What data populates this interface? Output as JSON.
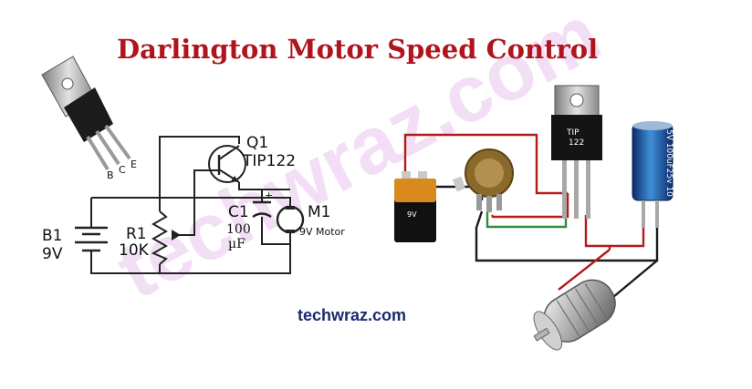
{
  "title": "Darlington Motor Speed Control",
  "watermark": "techwraz.com",
  "website": "techwraz.com",
  "pinout": {
    "b": "B",
    "c": "C",
    "e": "E"
  },
  "schematic": {
    "q1_name": "Q1",
    "q1_part": "TIP122",
    "b1_name": "B1",
    "b1_value": "9V",
    "r1_name": "R1",
    "r1_value": "10K",
    "c1_name": "C1",
    "c1_plus": "+",
    "c1_value": "100",
    "c1_unit": "µF",
    "m1_name": "M1",
    "m1_desc": "9V Motor"
  },
  "breadboard": {
    "battery_label": "9V",
    "tip_label_1": "TIP",
    "tip_label_2": "122",
    "cap_label": "5V 100uF25v 10"
  },
  "colors": {
    "title": "#b0141c",
    "website": "#1b2a6e",
    "wire_red": "#b31b1b",
    "wire_green": "#2e8b3a"
  }
}
